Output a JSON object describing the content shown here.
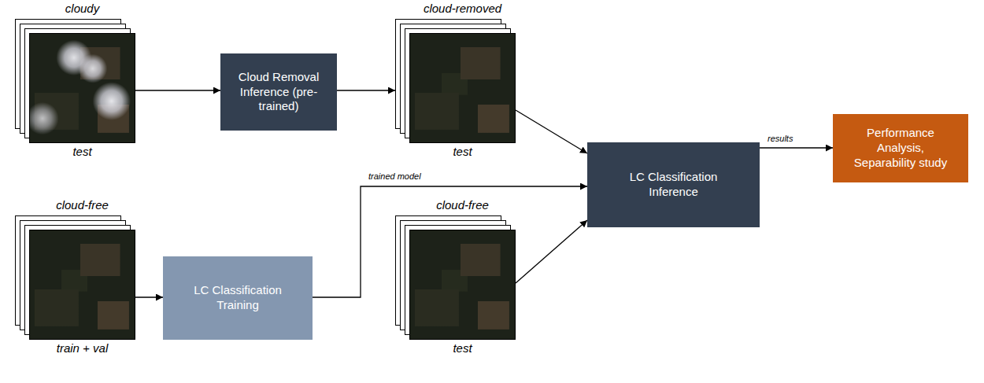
{
  "diagram": {
    "nodes": [
      {
        "text": [
          "cloudy",
          "test"
        ]
      },
      {
        "text": [
          "Cloud Removal Inference (pre-trained)"
        ]
      },
      {
        "text": [
          "cloud-removed",
          "test"
        ]
      },
      {
        "text": [
          "LC Classification Inference"
        ]
      },
      {
        "text": [
          "Performance Analysis, Separability study"
        ]
      },
      {
        "text": [
          "cloud-free",
          "train + val"
        ]
      },
      {
        "text": [
          "LC Classification Training"
        ]
      },
      {
        "text": [
          "cloud-free",
          "test"
        ]
      }
    ],
    "edges": [
      {
        "from": 0,
        "to": 1,
        "arrow": "to"
      },
      {
        "from": 1,
        "to": 2,
        "arrow": "to"
      },
      {
        "from": 2,
        "to": 3,
        "arrow": "to"
      },
      {
        "from": 6,
        "to": 3,
        "label": "trained model",
        "arrow": "to"
      },
      {
        "from": 7,
        "to": 3,
        "arrow": "to"
      },
      {
        "from": 3,
        "to": 4,
        "label": "results",
        "arrow": "to"
      },
      {
        "from": 5,
        "to": 6,
        "arrow": "to"
      }
    ]
  }
}
